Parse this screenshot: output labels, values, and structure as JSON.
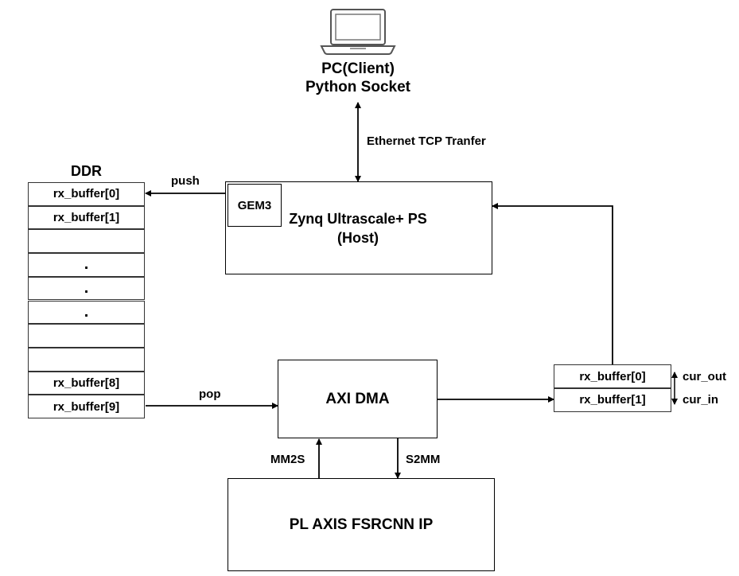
{
  "pc": {
    "line1": "PC(Client)",
    "line2": "Python Socket",
    "icon": "laptop-icon"
  },
  "ethernet_label": "Ethernet TCP Tranfer",
  "ddr": {
    "title": "DDR",
    "cells": [
      "rx_buffer[0]",
      "rx_buffer[1]",
      "",
      ".",
      ".",
      ".",
      "",
      "",
      "rx_buffer[8]",
      "rx_buffer[9]"
    ]
  },
  "push_label": "push",
  "pop_label": "pop",
  "zynq": {
    "gem": "GEM3",
    "line1": "Zynq Ultrascale+ PS",
    "line2": "(Host)"
  },
  "dma": {
    "label": "AXI DMA"
  },
  "pl": {
    "label": "PL AXIS FSRCNN IP"
  },
  "mm2s_label": "MM2S",
  "s2mm_label": "S2MM",
  "pingpong": {
    "cells": [
      "rx_buffer[0]",
      "rx_buffer[1]"
    ],
    "cur_out": "cur_out",
    "cur_in": "cur_in"
  }
}
